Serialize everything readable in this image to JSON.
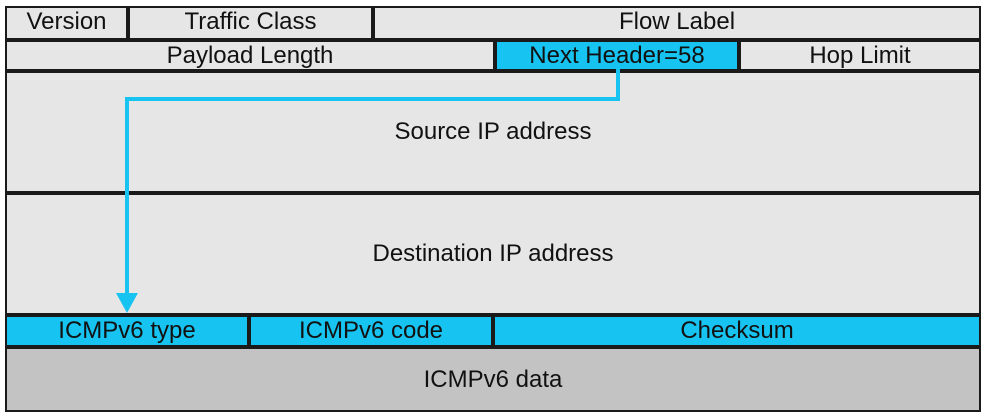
{
  "ipv6_header": {
    "version": "Version",
    "traffic_class": "Traffic Class",
    "flow_label": "Flow Label",
    "payload_length": "Payload Length",
    "next_header": "Next Header=58",
    "hop_limit": "Hop Limit",
    "source_ip": "Source IP address",
    "destination_ip": "Destination IP address"
  },
  "icmpv6": {
    "type": "ICMPv6 type",
    "code": "ICMPv6 code",
    "checksum": "Checksum",
    "data": "ICMPv6 data"
  },
  "colors": {
    "highlight": "#17c3f0",
    "field_background": "#e6e6e6",
    "data_background": "#c3c3c3",
    "border": "#1a1a1a"
  }
}
